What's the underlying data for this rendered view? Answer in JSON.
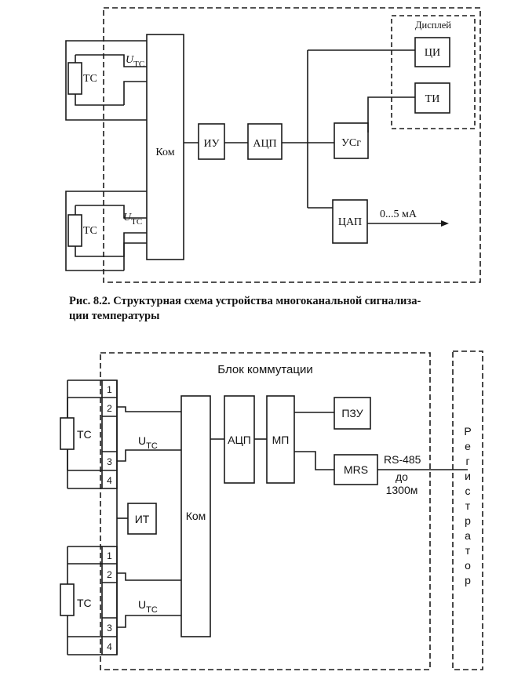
{
  "fig1": {
    "display_label": "Дисплей",
    "sensor_label": "ТС",
    "voltage_label": "U",
    "voltage_sub": "ТС",
    "blocks": {
      "kom": "Ком",
      "iu": "ИУ",
      "adc": "АЦП",
      "ci": "ЦИ",
      "ti": "ТИ",
      "usg": "УСг",
      "dac": "ЦАП"
    },
    "output_label": "0...5 мА",
    "caption_line1": "Рис. 8.2. Структурная схема устройства многоканальной сигнализа-",
    "caption_line2": "ции температуры"
  },
  "fig2": {
    "switch_block_label": "Блок коммутации",
    "sensor_label": "ТС",
    "voltage_label": "U",
    "voltage_sub": "ТС",
    "terminals": [
      "1",
      "2",
      "3",
      "4"
    ],
    "blocks": {
      "it": "ИТ",
      "kom": "Ком",
      "adc": "АЦП",
      "mp": "МП",
      "rom": "ПЗУ",
      "mrs": "MRS"
    },
    "interface_label": "RS-485",
    "distance_line1": "до",
    "distance_line2": "1300м",
    "registrar_letters": [
      "Р",
      "е",
      "г",
      "и",
      "с",
      "т",
      "р",
      "а",
      "т",
      "о",
      "р"
    ]
  }
}
